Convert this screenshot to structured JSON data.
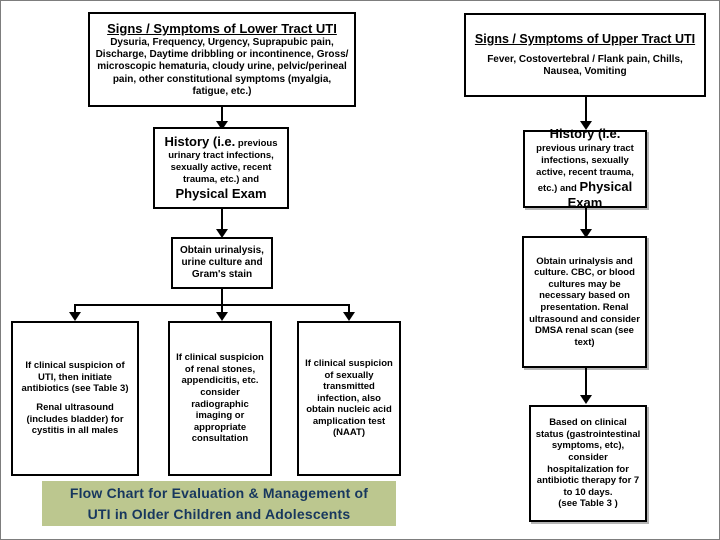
{
  "document": {
    "type": "flow-chart",
    "caption": {
      "line1": "Flow Chart for Evaluation & Management of",
      "line2": "UTI in Older Children and Adolescents",
      "background_color": "#bcc78f",
      "text_color": "#17375e"
    }
  },
  "colors": {
    "box_border": "#000000",
    "box_fill": "#ffffff",
    "connector": "#000000",
    "page_border": "#7d7d7d",
    "caption_fill": "#bcc78f",
    "caption_text": "#17375e"
  },
  "left_branch": {
    "name": "Lower Tract UTI pathway",
    "box1": {
      "title": "Signs / Symptoms of Lower Tract UTI",
      "body": "Dysuria, Frequency, Urgency, Suprapubic pain, Discharge, Daytime dribbling or incontinence, Gross/ microscopic  hematuria, cloudy urine, pelvic/perineal pain, other constitutional symptoms (myalgia, fatigue, etc.)"
    },
    "box2": {
      "lead": "History (i.e.",
      "middle": " previous urinary tract infections, sexually active,  recent trauma, etc.) and ",
      "emphasis": "Physical Exam"
    },
    "box3": {
      "text": "Obtain urinalysis, urine culture and Gram's stain"
    },
    "outcomes": [
      {
        "para1": "If clinical suspicion of UTI, then initiate antibiotics (see Table 3)",
        "para2": "Renal ultrasound (includes bladder) for cystitis in all males"
      },
      {
        "para1": "If clinical suspicion of renal stones, appendicitis, etc. consider radiographic imaging or appropriate consultation",
        "para2": ""
      },
      {
        "para1": "If clinical suspicion of sexually transmitted infection, also obtain nucleic acid amplication test (NAAT)",
        "para2": ""
      }
    ]
  },
  "right_branch": {
    "name": "Upper Tract UTI pathway",
    "box1": {
      "title": "Signs / Symptoms of Upper Tract UTI",
      "body": "Fever, Costovertebral / Flank pain, Chills, Nausea, Vomiting"
    },
    "box2": {
      "lead": "History (i.e.",
      "middle": " previous urinary tract infections, sexually active, recent trauma, etc.) and ",
      "emphasis": "Physical Exam"
    },
    "box3": {
      "text": "Obtain urinalysis and culture. CBC, or blood cultures may be necessary based on presentation. Renal ultrasound and consider DMSA renal scan (see text)"
    },
    "box4": {
      "text": "Based on clinical status (gastrointestinal symptoms, etc), consider hospitalization for antibiotic therapy for 7 to 10 days.",
      "note": "(see Table 3 )"
    }
  }
}
